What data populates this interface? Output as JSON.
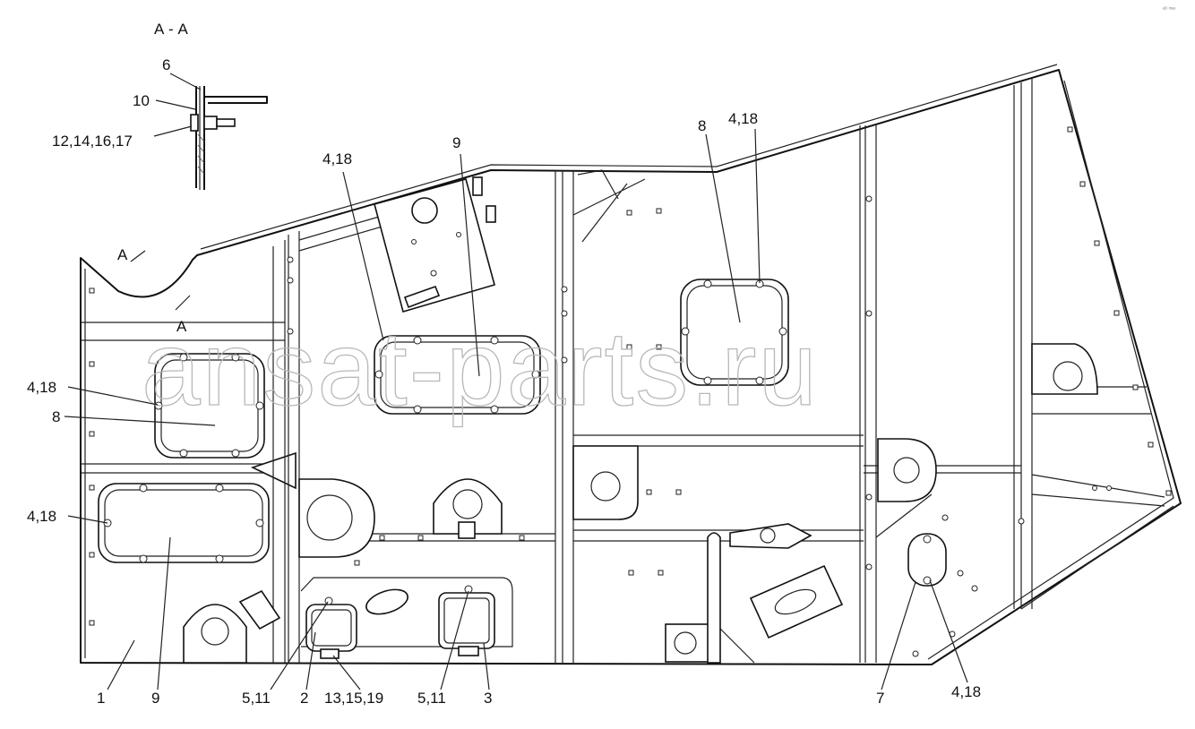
{
  "section_title": "А - А",
  "section_marker_1": "А",
  "section_marker_2": "А",
  "watermark": "ansat-parts.ru",
  "corner_mark": "ᵉᴰ ᵐᵉᵉ",
  "labels": {
    "l_6": "6",
    "l_10": "10",
    "l_12_14_16_17": "12,14,16,17",
    "l_4_18_top_center": "4,18",
    "l_9_top": "9",
    "l_8_top": "8",
    "l_4_18_top_right": "4,18",
    "l_4_18_left_upper": "4,18",
    "l_8_left": "8",
    "l_4_18_left_lower": "4,18",
    "l_1": "1",
    "l_9_bottom": "9",
    "l_5_11_a": "5,11",
    "l_2": "2",
    "l_13_15_19": "13,15,19",
    "l_5_11_b": "5,11",
    "l_3": "3",
    "l_7": "7",
    "l_4_18_bottom_right": "4,18"
  }
}
